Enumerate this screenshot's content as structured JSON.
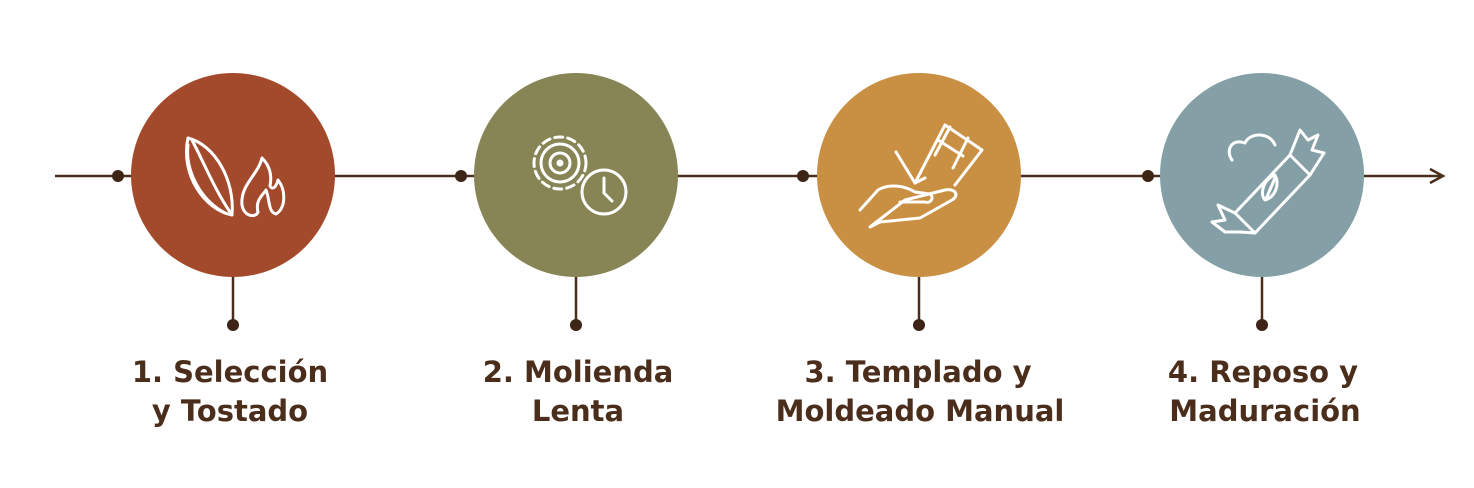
{
  "colors": {
    "line": "#4a2d1b",
    "step1": "#a34a2c",
    "step2": "#878556",
    "step3": "#c98f42",
    "step4": "#84a0a6"
  },
  "steps": [
    {
      "icon": "cocoa-bean-fire-icon",
      "line1": "1. Selección",
      "line2": "y Tostado"
    },
    {
      "icon": "gear-clock-icon",
      "line1": "2. Molienda",
      "line2": "Lenta"
    },
    {
      "icon": "hand-chocolate-bar-icon",
      "line1": "3. Templado y",
      "line2": "Moldeado Manual"
    },
    {
      "icon": "wrapped-candy-icon",
      "line1": "4. Reposo y",
      "line2": "Maduración"
    }
  ]
}
